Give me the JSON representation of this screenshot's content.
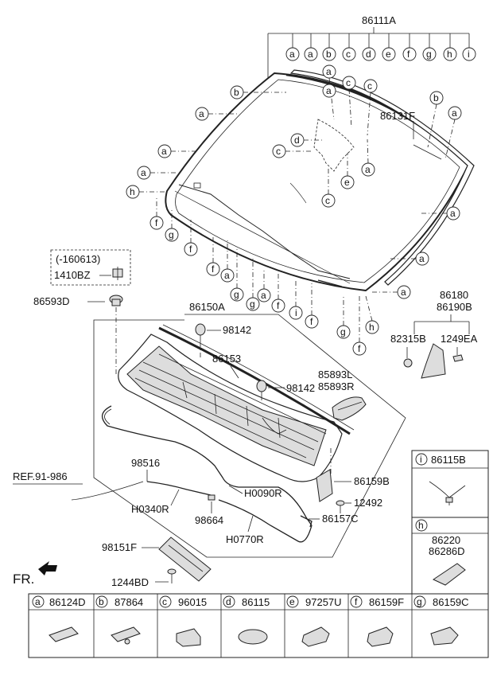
{
  "top_part": "86111A",
  "glass_part": "86131F",
  "bracket_part": "86150A",
  "strip_part": "86153",
  "items": {
    "p98142": "98142",
    "p85893L": "85893L",
    "p85893R": "85893R",
    "p86593D": "86593D",
    "p1410BZ": "1410BZ",
    "date_note": "(-160613)",
    "p86180": "86180",
    "p86190B": "86190B",
    "p82315B": "82315B",
    "p1249EA": "1249EA",
    "p98516": "98516",
    "p86159B": "86159B",
    "pH0090R": "H0090R",
    "pH0340R": "H0340R",
    "p98664": "98664",
    "p12492": "12492",
    "p86157C": "86157C",
    "pH0770R": "H0770R",
    "p98151F": "98151F",
    "p1244BD": "1244BD",
    "ref": "REF.91-986",
    "fr": "FR."
  },
  "letters": [
    "a",
    "b",
    "c",
    "d",
    "e",
    "f",
    "g",
    "h",
    "i"
  ],
  "side_boxes": [
    {
      "letter": "i",
      "parts": [
        "86115B"
      ]
    },
    {
      "letter": "h",
      "parts": [
        "86220",
        "86286D"
      ]
    }
  ],
  "legend": [
    {
      "letter": "a",
      "part": "86124D"
    },
    {
      "letter": "b",
      "part": "87864"
    },
    {
      "letter": "c",
      "part": "96015"
    },
    {
      "letter": "d",
      "part": "86115"
    },
    {
      "letter": "e",
      "part": "97257U"
    },
    {
      "letter": "f",
      "part": "86159F"
    },
    {
      "letter": "g",
      "part": "86159C"
    }
  ]
}
